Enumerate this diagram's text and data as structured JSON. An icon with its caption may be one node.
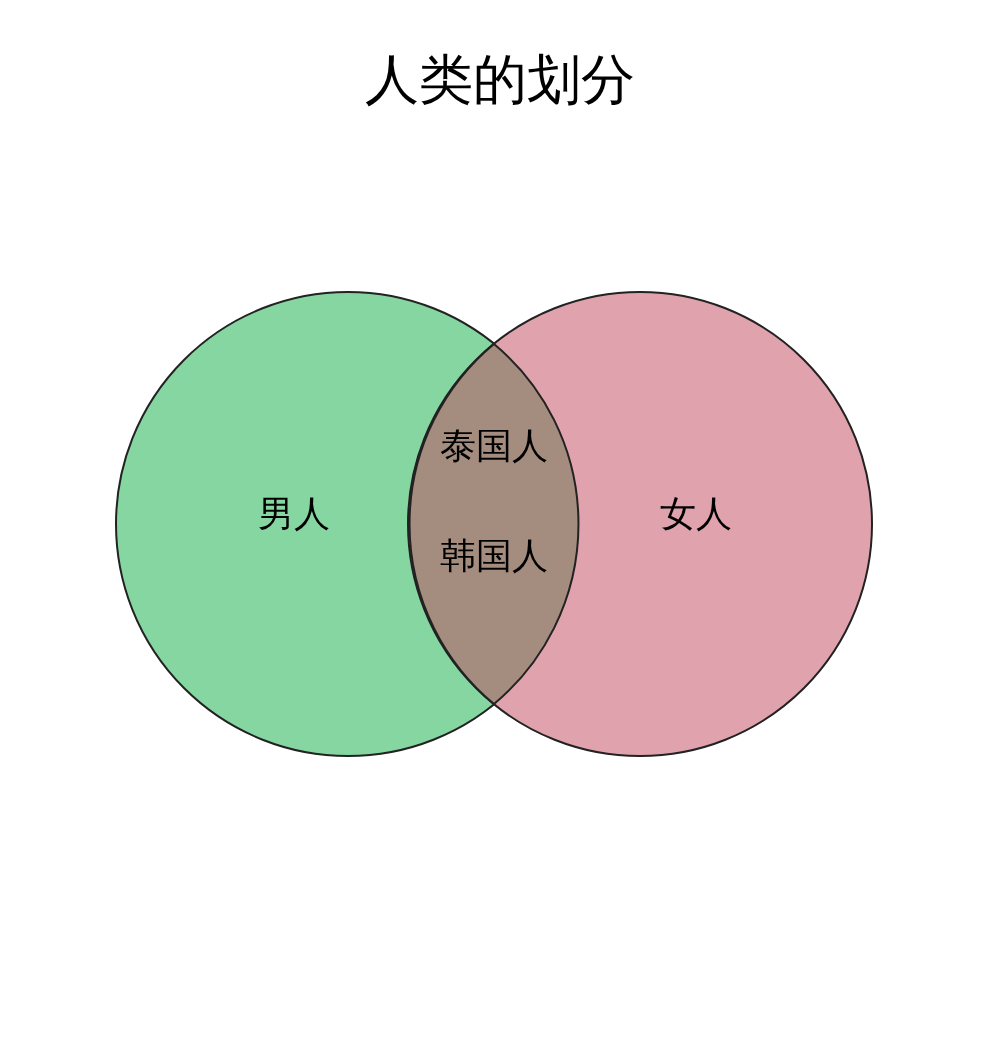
{
  "diagram": {
    "title": "人类的划分",
    "nodes": [
      {
        "text": [
          "男人"
        ]
      },
      {
        "text": [
          "女人"
        ]
      },
      {
        "text": [
          "泰国人",
          "韩国人"
        ]
      }
    ]
  }
}
